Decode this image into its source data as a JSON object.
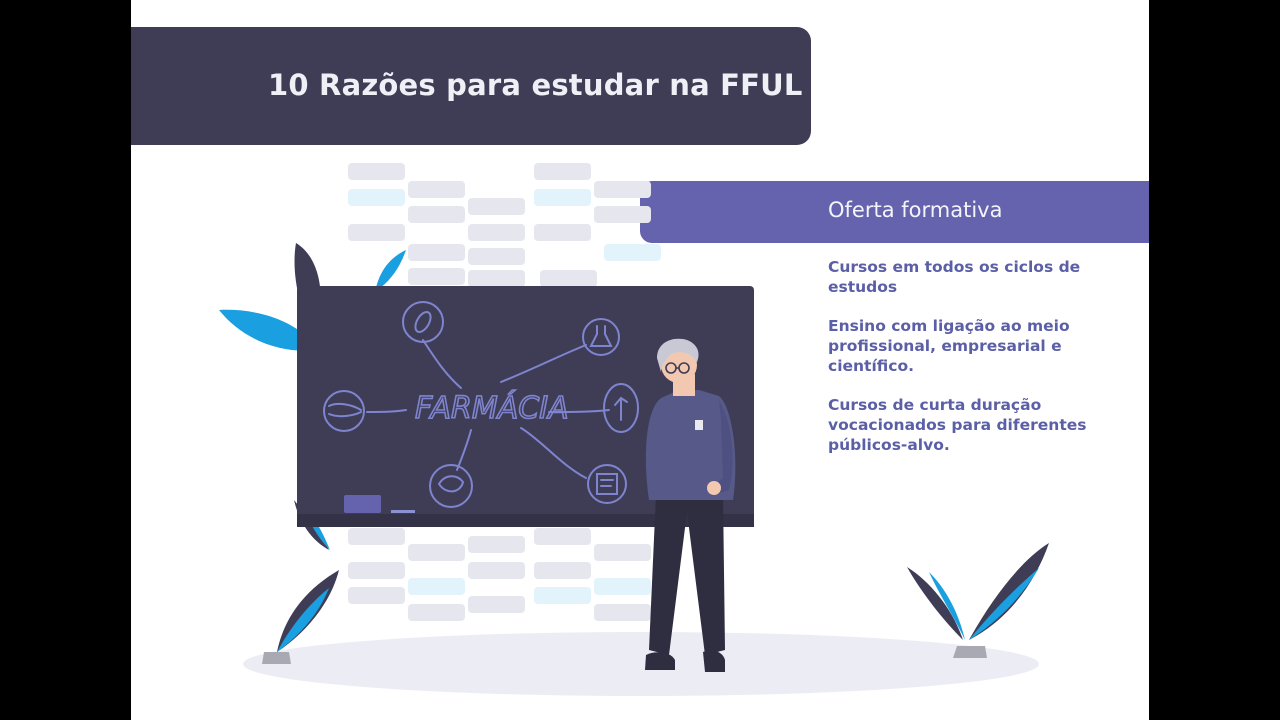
{
  "title": "10 Razões para estudar na FFUL",
  "section": "Oferta formativa",
  "paragraphs": [
    "Cursos em todos os ciclos de estudos",
    "Ensino com ligação ao meio profissional, empresarial e científico.",
    "Cursos de curta duração vocacionados para diferentes públicos-alvo."
  ],
  "board_word": "FARMÁCIA",
  "colors": {
    "dark": "#3f3d56",
    "accent": "#6563ad",
    "leaf_blue": "#1a9fe0",
    "text_blue": "#5b5fa6"
  },
  "icons": [
    "pill-icon",
    "flask-icon",
    "virus-icon",
    "plant-icon",
    "bacteria-icon",
    "document-icon"
  ]
}
